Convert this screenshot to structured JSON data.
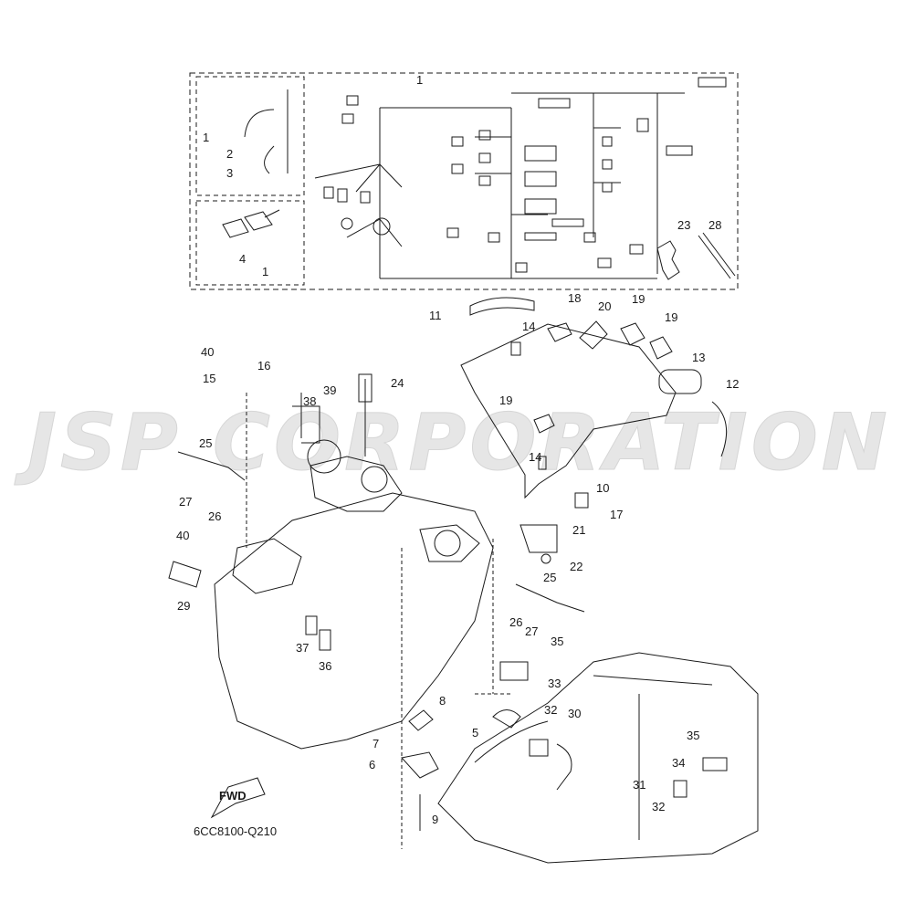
{
  "watermark": "JSP CORPORATION",
  "diagram_ref": "6CC8100-Q210",
  "fwd_label": "FWD",
  "callouts": [
    "1",
    "1",
    "2",
    "3",
    "4",
    "1",
    "23",
    "28",
    "11",
    "18",
    "20",
    "19",
    "19",
    "14",
    "13",
    "12",
    "40",
    "16",
    "15",
    "39",
    "24",
    "38",
    "19",
    "14",
    "10",
    "25",
    "17",
    "27",
    "26",
    "21",
    "22",
    "40",
    "29",
    "25",
    "26",
    "27",
    "37",
    "36",
    "35",
    "33",
    "8",
    "5",
    "32",
    "30",
    "7",
    "6",
    "9",
    "35",
    "34",
    "31",
    "32"
  ],
  "colors": {
    "ink": "#1a1a1a",
    "watermark": "#e6e6e6"
  }
}
